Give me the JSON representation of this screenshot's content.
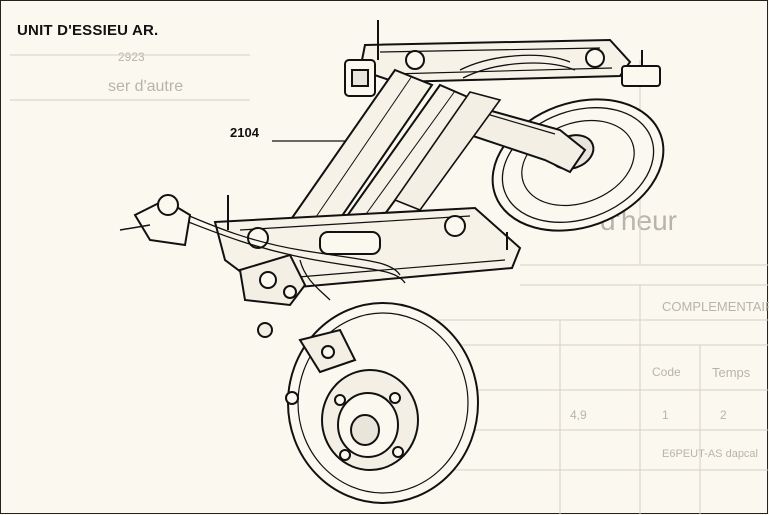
{
  "title": "UNIT D'ESSIEU AR.",
  "callout_label": "2104",
  "background_text": {
    "heading": "d'heur",
    "col_header": "COMPLEMENTAIRES",
    "code_label": "Code",
    "temps_label": "Temps",
    "value_1": "1",
    "value_2": "2",
    "value_3": "4,9",
    "code_ref": "E6PEUT-AS dapcal",
    "top_code": "2923",
    "top_text": "ser d'autre"
  }
}
